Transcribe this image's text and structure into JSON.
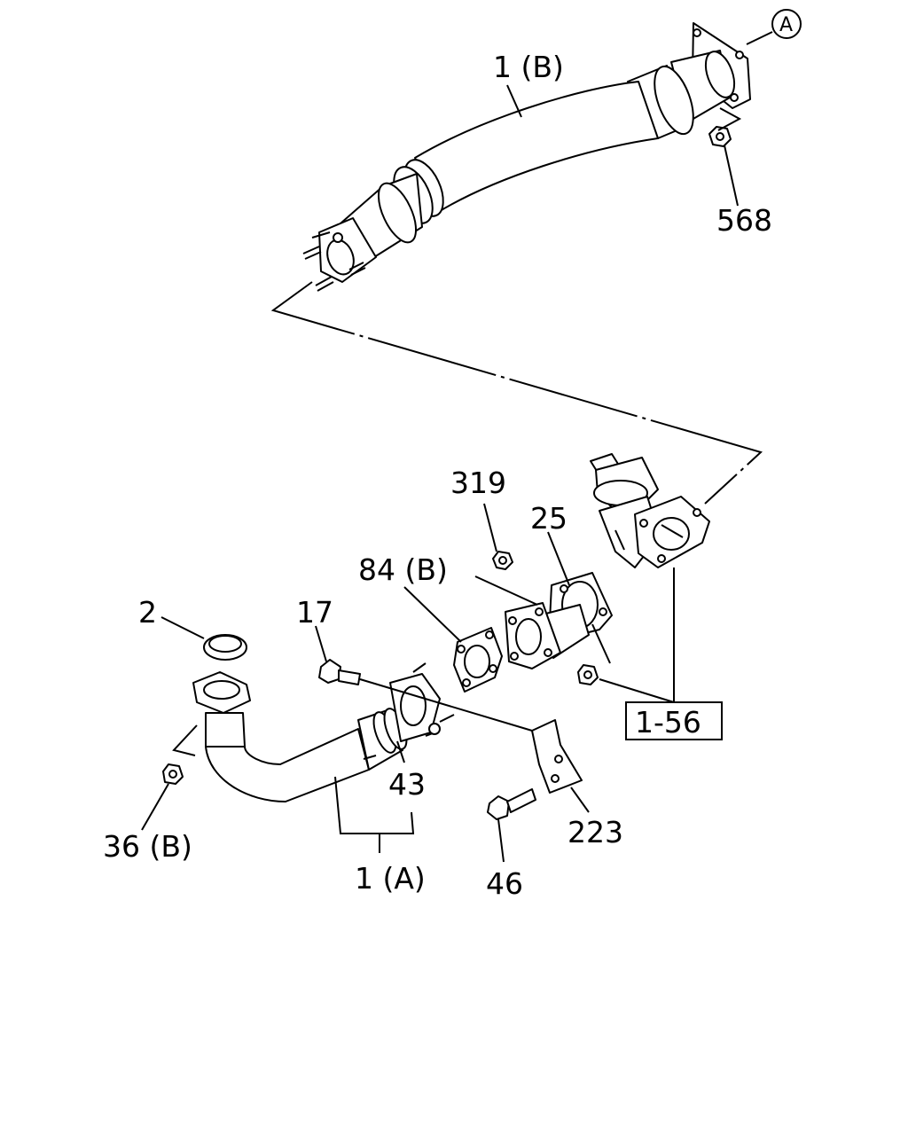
{
  "labels": {
    "ref_a": "A",
    "p1b": "1 (B)",
    "p568": "568",
    "p319": "319",
    "p25": "25",
    "p84b": "84 (B)",
    "p2": "2",
    "p17": "17",
    "p43": "43",
    "p36b": "36 (B)",
    "p1a": "1 (A)",
    "p46": "46",
    "p223": "223",
    "p156": "1-56"
  }
}
